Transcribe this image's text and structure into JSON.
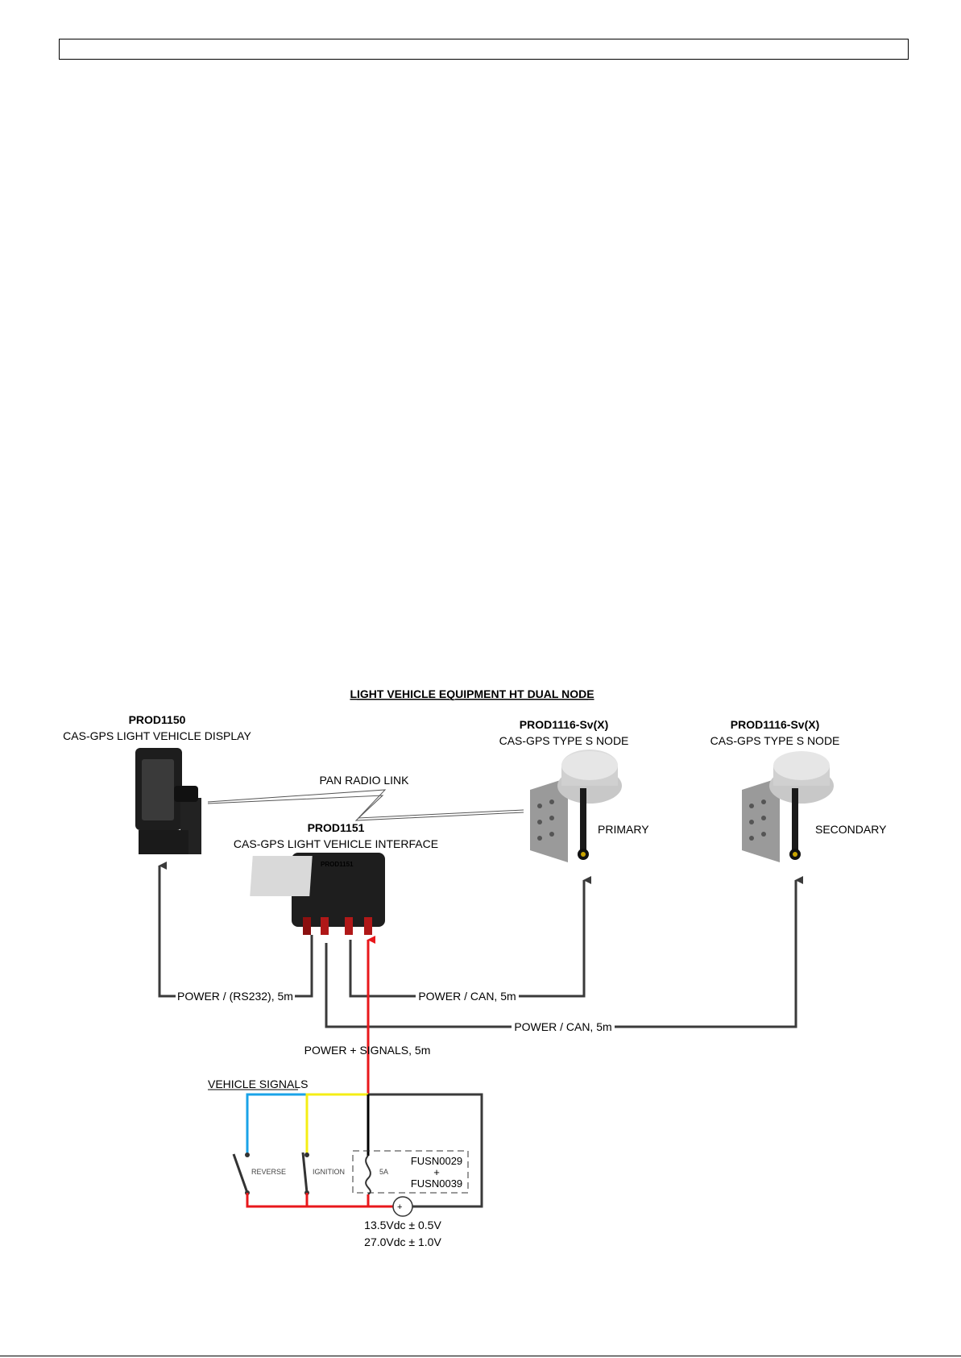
{
  "header": {
    "box_text": ""
  },
  "diagram": {
    "title": "LIGHT VEHICLE EQUIPMENT HT DUAL NODE",
    "display": {
      "code": "PROD1150",
      "name": "CAS-GPS LIGHT VEHICLE DISPLAY"
    },
    "interface": {
      "code": "PROD1151",
      "name": "CAS-GPS LIGHT VEHICLE INTERFACE",
      "device_label": "PROD1151"
    },
    "node_primary": {
      "code": "PROD1116-Sv(X)",
      "name": "CAS-GPS TYPE S NODE",
      "role": "PRIMARY"
    },
    "node_secondary": {
      "code": "PROD1116-Sv(X)",
      "name": "CAS-GPS TYPE S NODE",
      "role": "SECONDARY"
    },
    "links": {
      "radio": "PAN RADIO LINK",
      "display_cable": "POWER / (RS232), 5m",
      "primary_cable": "POWER / CAN, 5m",
      "secondary_cable": "POWER / CAN, 5m",
      "power_cable": "POWER + SIGNALS, 5m"
    },
    "vehicle": {
      "signals_label": "VEHICLE SIGNALS",
      "reverse": "REVERSE",
      "ignition": "IGNITION",
      "fuse_rating": "5A",
      "fuse_part_1": "FUSN0029",
      "fuse_plus": "+",
      "fuse_part_2": "FUSN0039",
      "supply_1": "13.5Vdc ± 0.5V",
      "supply_2": "27.0Vdc ± 1.0V"
    },
    "colors": {
      "cable": "#3a3a3a",
      "power": "#e8171b",
      "reverse_wire": "#1aa3e8",
      "ignition_wire": "#f5ee14",
      "ground": "#000000"
    }
  }
}
